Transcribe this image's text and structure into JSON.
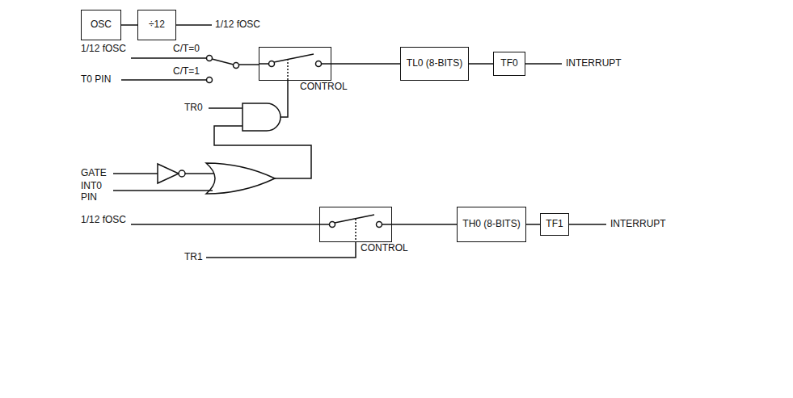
{
  "diagram": {
    "nodes": [
      {
        "text": [
          "OSC"
        ]
      },
      {
        "text": [
          "÷12"
        ]
      },
      {
        "text": [
          "CONTROL"
        ]
      },
      {
        "text": [
          "TL0 (8-BITS)"
        ]
      },
      {
        "text": [
          "TF0"
        ]
      },
      {
        "text": [
          "CONTROL"
        ]
      },
      {
        "text": [
          "TH0 (8-BITS)"
        ]
      },
      {
        "text": [
          "TF1"
        ]
      }
    ],
    "edges": [
      {
        "from": 0,
        "to": 1,
        "arrow": "none"
      },
      {
        "from": 2,
        "to": 3,
        "arrow": "none"
      },
      {
        "from": 3,
        "to": 4,
        "arrow": "none"
      },
      {
        "from": 5,
        "to": 6,
        "arrow": "none"
      },
      {
        "from": 6,
        "to": 7,
        "arrow": "none"
      }
    ],
    "labels": [
      "1/12 fOSC",
      "1/12 fOSC",
      "C/T=0",
      "C/T=1",
      "T0 PIN",
      "TR0",
      "GATE",
      "INT0 PIN",
      "1/12 fOSC",
      "TR1",
      "INTERRUPT",
      "INTERRUPT"
    ]
  }
}
